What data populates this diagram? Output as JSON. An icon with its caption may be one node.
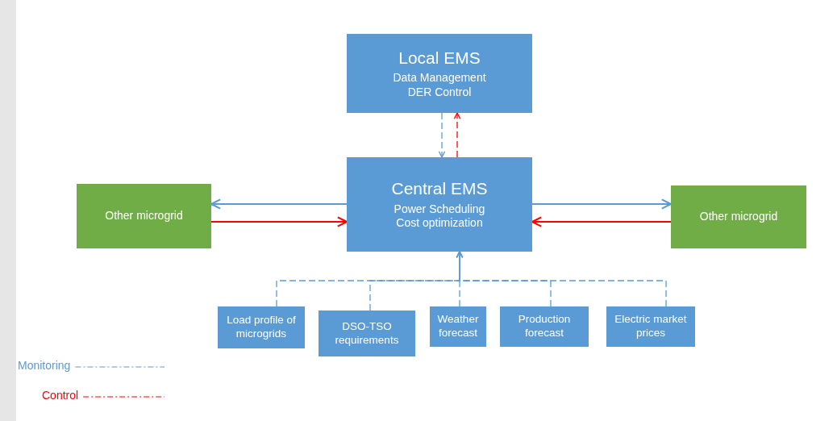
{
  "diagram": {
    "nodes": [
      {
        "text": [
          "Local EMS",
          "Data Management",
          "DER Control"
        ]
      },
      {
        "text": [
          "Other microgrid"
        ]
      },
      {
        "text": [
          "Central EMS",
          "Power Scheduling",
          "Cost optimization"
        ]
      },
      {
        "text": [
          "Other microgrid"
        ]
      },
      {
        "text": [
          "Load profile of microgrids"
        ]
      },
      {
        "text": [
          "DSO-TSO requirements"
        ]
      },
      {
        "text": [
          "Weather forecast"
        ]
      },
      {
        "text": [
          "Production forecast"
        ]
      },
      {
        "text": [
          "Electric market prices"
        ]
      }
    ],
    "edges": [
      {
        "from": 0,
        "to": 2,
        "arrow": "to",
        "style": "dashed"
      },
      {
        "from": 2,
        "to": 0,
        "arrow": "to",
        "style": "dashed",
        "color": "#ff0000"
      },
      {
        "from": 2,
        "to": 1,
        "arrow": "to"
      },
      {
        "from": 1,
        "to": 2,
        "arrow": "to",
        "color": "#ff0000"
      },
      {
        "from": 2,
        "to": 3,
        "arrow": "to"
      },
      {
        "from": 3,
        "to": 2,
        "arrow": "to",
        "color": "#ff0000"
      },
      {
        "from": 4,
        "to": 2,
        "arrow": "to",
        "style": "dashed"
      },
      {
        "from": 5,
        "to": 2,
        "arrow": "to",
        "style": "dashed"
      },
      {
        "from": 6,
        "to": 2,
        "arrow": "to",
        "style": "dashed"
      },
      {
        "from": 7,
        "to": 2,
        "arrow": "to",
        "style": "dashed"
      },
      {
        "from": 8,
        "to": 2,
        "arrow": "to",
        "style": "dashed"
      }
    ],
    "legend": [
      {
        "text": "Monitoring"
      },
      {
        "text": "Control"
      }
    ]
  }
}
